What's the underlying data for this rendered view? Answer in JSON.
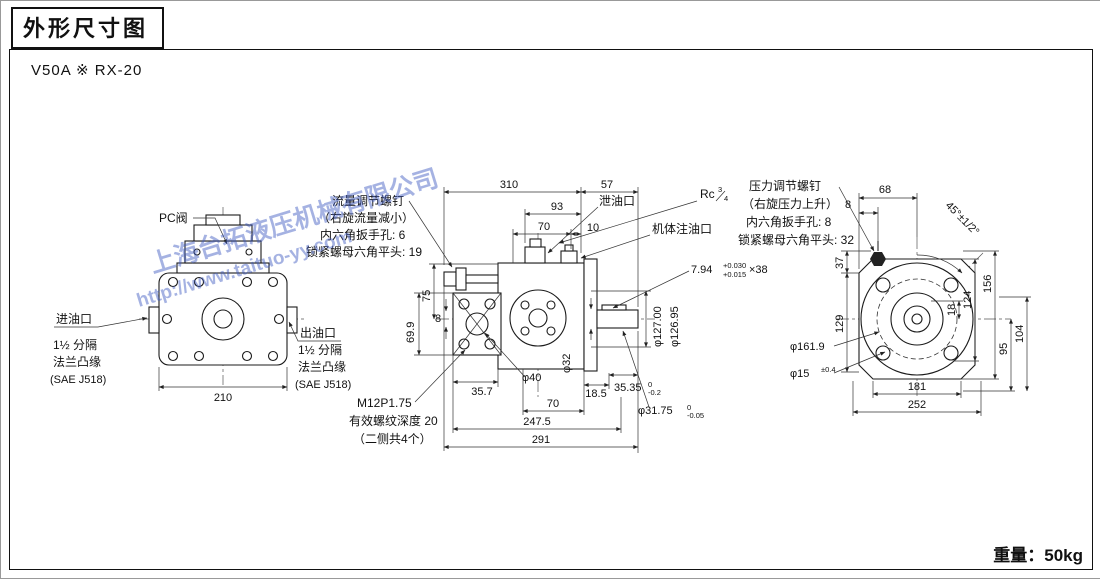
{
  "page": {
    "title": "外形尺寸图",
    "model": "V50A ※ RX-20",
    "weight": "重量：50kg"
  },
  "watermark": {
    "company": "上海台拓液压机械有限公司",
    "url": "http://www.taituo-yy.com"
  },
  "front_view": {
    "pc_valve_label": "PC阀",
    "inlet": {
      "title": "进油口",
      "line1": "1½ 分隔",
      "line2": "法兰凸缘",
      "line3": "(SAE J518)"
    },
    "outlet": {
      "title": "出油口",
      "line1": "1½ 分隔",
      "line2": "法兰凸缘",
      "line3": "(SAE J518)"
    },
    "dims": {
      "width": "210"
    }
  },
  "side_view": {
    "flow_screw": {
      "line1": "流量调节螺钉",
      "line2": "（右旋流量减小）",
      "line3": "内六角扳手孔: 6",
      "line4": "锁紧螺母六角平头: 19"
    },
    "drain_port_label": "泄油口",
    "drain_thread": {
      "prefix": "Rc",
      "num": "3",
      "den": "4"
    },
    "fill_port_label": "机体注油口",
    "key_dim": {
      "value": "7.94",
      "tol_top": "+0.030",
      "tol_bot": "+0.015",
      "suffix": "×38"
    },
    "thread_note": {
      "line1": "M12P1.75",
      "line2": "有效螺纹深度 20",
      "line3": "（二侧共4个）"
    },
    "dims": {
      "d310": "310",
      "d57": "57",
      "d93": "93",
      "d70_top": "70",
      "d10": "10",
      "d75": "75",
      "d69_9": "69.9",
      "d8": "8",
      "phi40": "φ40",
      "phi32": "φ32",
      "phi127_00": "φ127.00",
      "phi126_95": "φ126.95",
      "d35_7": "35.7",
      "d18_5": "18.5",
      "d35_35": {
        "value": "35.35",
        "tol_top": "0",
        "tol_bot": "-0.2"
      },
      "d70_bot": "70",
      "d247_5": "247.5",
      "d291": "291",
      "phi31_75": {
        "value": "φ31.75",
        "tol_top": "0",
        "tol_bot": "-0.05"
      }
    }
  },
  "rear_view": {
    "pressure_screw": {
      "line1": "压力调节螺钉",
      "line2": "（右旋压力上升）",
      "line3": "内六角扳手孔: 8",
      "line4": "锁紧螺母六角平头: 32"
    },
    "dims": {
      "d68": "68",
      "d8": "8",
      "angle45": "45°±1/2°",
      "d37": "37",
      "d129": "129",
      "d18": "18",
      "d124": "124",
      "d156": "156",
      "d95": "95",
      "d104": "104",
      "phi161_9": "φ161.9",
      "phi15": {
        "value": "φ15",
        "tol": "±0.4"
      },
      "d181": "181",
      "d252": "252"
    }
  }
}
